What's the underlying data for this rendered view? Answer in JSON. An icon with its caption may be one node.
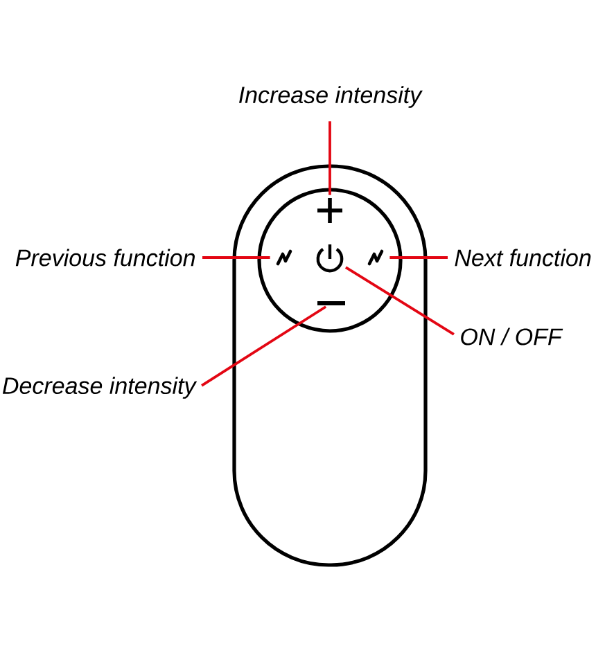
{
  "diagram": {
    "nodes": [
      {
        "text": [
          "Increase intensity"
        ]
      },
      {
        "text": [],
        "shape": "box"
      },
      {
        "text": [],
        "shape": "circle",
        "in": 1
      },
      {
        "text": [],
        "shape": "plus",
        "in": 2
      },
      {
        "text": [
          "Previous function"
        ]
      },
      {
        "text": [],
        "shape": "bolt",
        "in": 2
      },
      {
        "text": [],
        "shape": "power",
        "in": 2
      },
      {
        "text": [],
        "shape": "bolt",
        "in": 2
      },
      {
        "text": [
          "Next function"
        ]
      },
      {
        "text": [
          "ON / OFF"
        ]
      },
      {
        "text": [],
        "shape": "minus",
        "in": 2
      },
      {
        "text": [
          "Decrease intensity"
        ]
      }
    ],
    "edges": [
      {
        "from": 0,
        "to": 3,
        "arrow": "none"
      },
      {
        "from": 4,
        "to": 5,
        "arrow": "none"
      },
      {
        "from": 8,
        "to": 7,
        "arrow": "none"
      },
      {
        "from": 9,
        "to": 6,
        "arrow": "none"
      },
      {
        "from": 11,
        "to": 10,
        "arrow": "none"
      }
    ]
  }
}
